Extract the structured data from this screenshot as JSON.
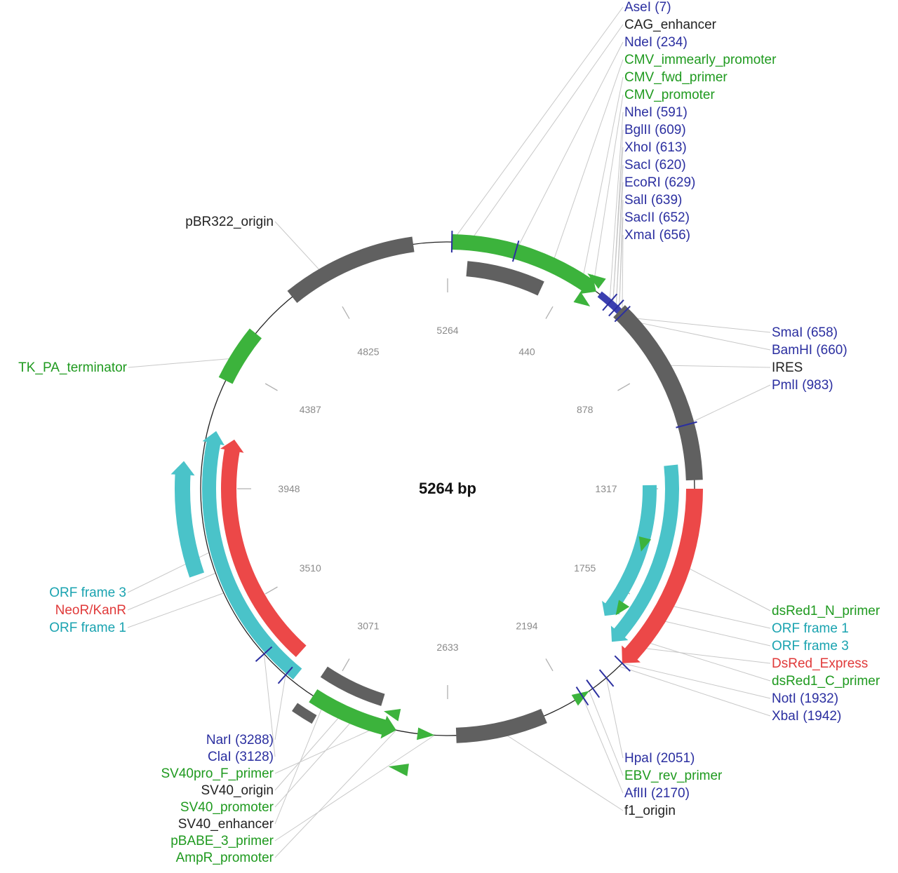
{
  "title": "5264 bp",
  "colors": {
    "enzyme": "#2b2fa0",
    "feature_black": "#222222",
    "primer_green": "#1f9a1f",
    "orf_cyan": "#1aa3b0",
    "red": "#e03a3a",
    "gray_feature": "#606060",
    "green_feature": "#3cb33c",
    "cyan_feature": "#4ac3c9",
    "red_feature": "#ec4848",
    "tick_gray": "#8a8a8a"
  },
  "ticks": [
    "5264",
    "440",
    "878",
    "1317",
    "1755",
    "2194",
    "2633",
    "3071",
    "3510",
    "3948",
    "4387",
    "4825"
  ],
  "labels": {
    "top": [
      {
        "text": "AseI (7)",
        "kind": "enzyme"
      },
      {
        "text": "CAG_enhancer",
        "kind": "feature"
      },
      {
        "text": "NdeI (234)",
        "kind": "enzyme"
      },
      {
        "text": "CMV_immearly_promoter",
        "kind": "primer"
      },
      {
        "text": "CMV_fwd_primer",
        "kind": "primer"
      },
      {
        "text": "CMV_promoter",
        "kind": "primer"
      },
      {
        "text": "NheI (591)",
        "kind": "enzyme"
      },
      {
        "text": "BglII (609)",
        "kind": "enzyme"
      },
      {
        "text": "XhoI (613)",
        "kind": "enzyme"
      },
      {
        "text": "SacI (620)",
        "kind": "enzyme"
      },
      {
        "text": "EcoRI (629)",
        "kind": "enzyme"
      },
      {
        "text": "SalI (639)",
        "kind": "enzyme"
      },
      {
        "text": "SacII (652)",
        "kind": "enzyme"
      },
      {
        "text": "XmaI (656)",
        "kind": "enzyme"
      }
    ],
    "right_upper": [
      {
        "text": "SmaI (658)",
        "kind": "enzyme"
      },
      {
        "text": "BamHI (660)",
        "kind": "enzyme"
      },
      {
        "text": "IRES",
        "kind": "feature"
      },
      {
        "text": "PmlI (983)",
        "kind": "enzyme"
      }
    ],
    "right_lower": [
      {
        "text": "dsRed1_N_primer",
        "kind": "primer"
      },
      {
        "text": "ORF frame 1",
        "kind": "orf"
      },
      {
        "text": "ORF frame 3",
        "kind": "orf"
      },
      {
        "text": "DsRed_Express",
        "kind": "red"
      },
      {
        "text": "dsRed1_C_primer",
        "kind": "primer"
      },
      {
        "text": "NotI (1932)",
        "kind": "enzyme"
      },
      {
        "text": "XbaI (1942)",
        "kind": "enzyme"
      }
    ],
    "bottom_right": [
      {
        "text": "HpaI (2051)",
        "kind": "enzyme"
      },
      {
        "text": "EBV_rev_primer",
        "kind": "primer"
      },
      {
        "text": "AflII (2170)",
        "kind": "enzyme"
      },
      {
        "text": "f1_origin",
        "kind": "feature"
      }
    ],
    "bottom_left": [
      {
        "text": "NarI (3288)",
        "kind": "enzyme"
      },
      {
        "text": "ClaI (3128)",
        "kind": "enzyme"
      },
      {
        "text": "SV40pro_F_primer",
        "kind": "primer"
      },
      {
        "text": "SV40_origin",
        "kind": "feature"
      },
      {
        "text": "SV40_promoter",
        "kind": "primer"
      },
      {
        "text": "SV40_enhancer",
        "kind": "feature"
      },
      {
        "text": "pBABE_3_primer",
        "kind": "primer"
      },
      {
        "text": "AmpR_promoter",
        "kind": "primer"
      }
    ],
    "left": [
      {
        "text": "ORF frame 3",
        "kind": "orf"
      },
      {
        "text": "NeoR/KanR",
        "kind": "red"
      },
      {
        "text": "ORF frame 1",
        "kind": "orf"
      }
    ],
    "pbr": {
      "text": "pBR322_origin",
      "kind": "feature"
    },
    "tk": {
      "text": "TK_PA_terminator",
      "kind": "primer"
    }
  }
}
